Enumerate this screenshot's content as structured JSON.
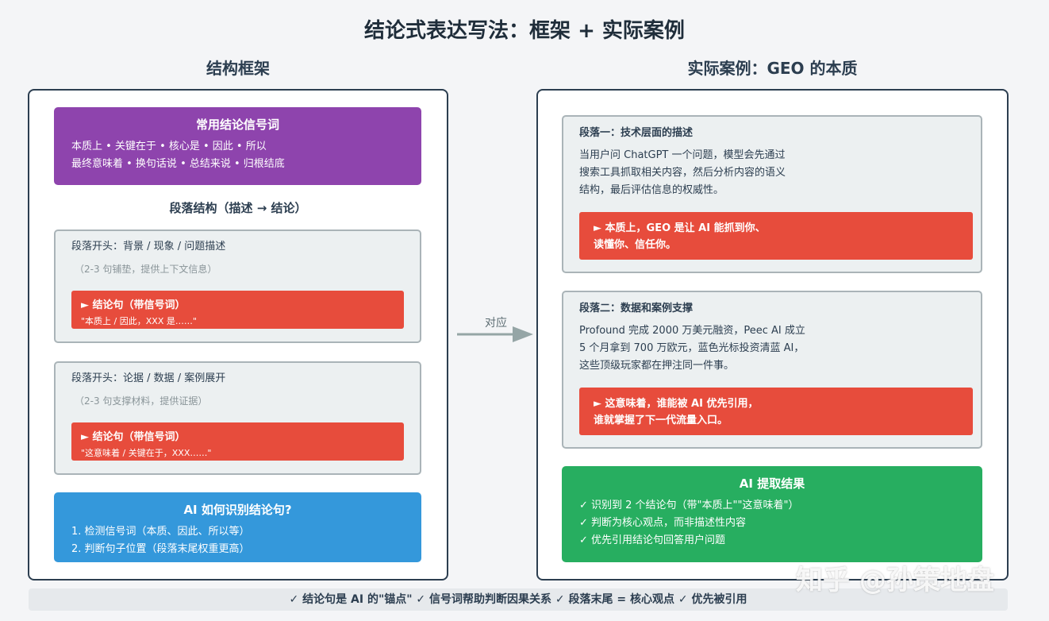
{
  "title": "结论式表达写法：框架 + 实际案例",
  "left": {
    "heading": "结构框架",
    "signal_box": {
      "title": "常用结论信号词",
      "line1": "本质上 • 关键在于 • 核心是 • 因此 • 所以",
      "line2": "最终意味着 • 换句话说 • 总结来说 • 归根结底"
    },
    "structure_title": "段落结构（描述 → 结论）",
    "para1": {
      "head": "段落开头：背景 / 现象 / 问题描述",
      "note": "（2-3 句铺垫，提供上下文信息）",
      "conclusion_title": "► 结论句（带信号词）",
      "conclusion_example": "\"本质上 / 因此，XXX 是……\""
    },
    "para2": {
      "head": "段落开头：论据 / 数据 / 案例展开",
      "note": "（2-3 句支撑材料，提供证据）",
      "conclusion_title": "► 结论句（带信号词）",
      "conclusion_example": "\"这意味着 / 关键在于，XXX……\""
    },
    "ai_box": {
      "title": "AI 如何识别结论句?",
      "line1": "1. 检测信号词（本质、因此、所以等）",
      "line2": "2. 判断句子位置（段落末尾权重更高）"
    }
  },
  "arrow_label": "对应",
  "right": {
    "heading": "实际案例：GEO 的本质",
    "para1": {
      "title": "段落一：技术层面的描述",
      "line1": "当用户问 ChatGPT 一个问题，模型会先通过",
      "line2": "搜索工具抓取相关内容，然后分析内容的语义",
      "line3": "结构，最后评估信息的权威性。",
      "conclusion1": "► 本质上，GEO 是让 AI 能抓到你、",
      "conclusion2": "读懂你、信任你。"
    },
    "para2": {
      "title": "段落二：数据和案例支撑",
      "line1": "Profound 完成 2000 万美元融资，Peec AI 成立",
      "line2": "5 个月拿到 700 万欧元，蓝色光标投资清蓝 AI，",
      "line3": "这些顶级玩家都在押注同一件事。",
      "conclusion1": "► 这意味着，谁能被 AI 优先引用，",
      "conclusion2": "谁就掌握了下一代流量入口。"
    },
    "result": {
      "title": "AI 提取结果",
      "line1": "✓ 识别到 2 个结论句（带\"本质上\"\"这意味着\"）",
      "line2": "✓ 判断为核心观点，而非描述性内容",
      "line3": "✓ 优先引用结论句回答用户问题"
    }
  },
  "footer": "✓ 结论句是 AI 的\"锚点\" ✓ 信号词帮助判断因果关系 ✓ 段落末尾 = 核心观点 ✓ 优先被引用",
  "watermark": "知乎 @孙策地盘",
  "colors": {
    "purple": "#8e44ad",
    "red": "#e74c3c",
    "blue": "#3498db",
    "green": "#27ae60",
    "border": "#2c3e50",
    "arrow": "#95a5a6"
  }
}
